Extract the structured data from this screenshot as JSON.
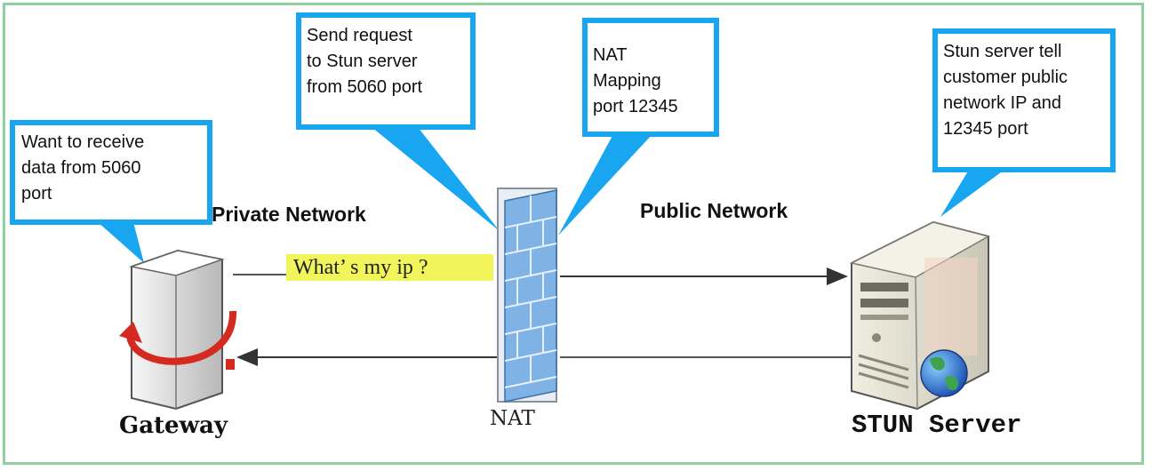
{
  "callouts": {
    "gateway": "Want to receive\ndata from 5060\nport",
    "send_request": "Send request\nto Stun  server\nfrom 5060 port",
    "nat_mapping": "NAT\nMapping\nport 12345",
    "stun_reply": "Stun server tell\ncustomer public\nnetwork IP and\n12345 port"
  },
  "zones": {
    "private": "Private Network",
    "public": "Public Network"
  },
  "query_text": "What’ s my ip ?",
  "nodes": {
    "gateway": "Gateway",
    "nat": "NAT",
    "stun": "STUN  Server"
  },
  "colors": {
    "frame": "#8fd19e",
    "callout_border": "#19a6f0",
    "highlight": "#f1f45a",
    "firewall": "#6fa8dc"
  }
}
